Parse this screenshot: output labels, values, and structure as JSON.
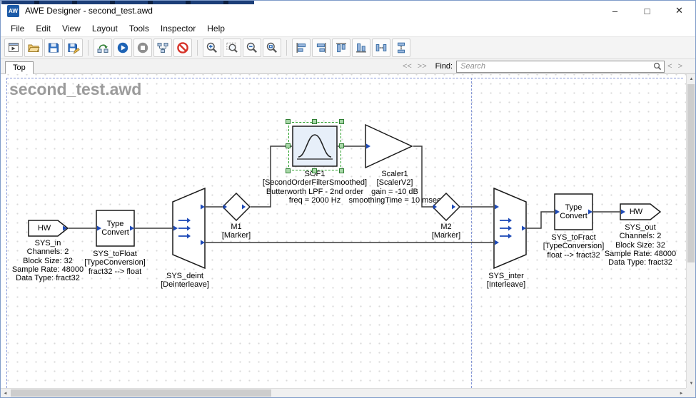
{
  "window": {
    "title": "AWE Designer - second_test.awd",
    "app_icon": "AW",
    "minimize": "–",
    "maximize": "□",
    "close": "✕"
  },
  "menu": [
    "File",
    "Edit",
    "View",
    "Layout",
    "Tools",
    "Inspector",
    "Help"
  ],
  "toolbar_icons": [
    "new-design",
    "open",
    "save",
    "save-as",
    "propagate-changes",
    "build-and-run",
    "stop",
    "profile",
    "halt-audio",
    "zoom-in",
    "zoom-region",
    "zoom-out",
    "zoom-fit",
    "align-left",
    "align-right",
    "align-top",
    "align-bottom",
    "distribute-horizontal",
    "distribute-vertical"
  ],
  "navbar": {
    "tab": "Top",
    "back": "<<",
    "forward": ">>",
    "find_label": "Find:",
    "search_placeholder": "Search",
    "prev": "<",
    "next": ">"
  },
  "scrollbar": {
    "up": "▲",
    "down": "▼",
    "left": "◄",
    "right": "►"
  },
  "canvas": {
    "watermark": "second_test.awd",
    "blocks": {
      "sys_in": {
        "shape_label": "HW",
        "name": "SYS_in",
        "details": [
          "Channels: 2",
          "Block Size: 32",
          "Sample Rate: 48000",
          "Data Type: fract32"
        ]
      },
      "sys_tofloat": {
        "shape_label": "Type Convert",
        "name": "SYS_toFloat",
        "details": [
          "[TypeConversion]",
          "fract32 --> float"
        ]
      },
      "sys_deint": {
        "name": "SYS_deint",
        "details": [
          "[Deinterleave]"
        ]
      },
      "m1": {
        "name": "M1",
        "details": [
          "[Marker]"
        ]
      },
      "sof1": {
        "name": "SOF1",
        "details": [
          "[SecondOrderFilterSmoothed]",
          "Butterworth LPF - 2nd order",
          "freq = 2000 Hz"
        ]
      },
      "scaler1": {
        "name": "Scaler1",
        "details": [
          "[ScalerV2]",
          "gain = -10 dB",
          "smoothingTime = 10 msec"
        ]
      },
      "m2": {
        "name": "M2",
        "details": [
          "[Marker]"
        ]
      },
      "sys_inter": {
        "name": "SYS_inter",
        "details": [
          "[Interleave]"
        ]
      },
      "sys_tofract": {
        "shape_label": "Type Convert",
        "name": "SYS_toFract",
        "details": [
          "[TypeConversion]",
          "float --> fract32"
        ]
      },
      "sys_out": {
        "shape_label": "HW",
        "name": "SYS_out",
        "details": [
          "Channels: 2",
          "Block Size: 32",
          "Sample Rate: 48000",
          "Data Type: fract32"
        ]
      }
    }
  }
}
